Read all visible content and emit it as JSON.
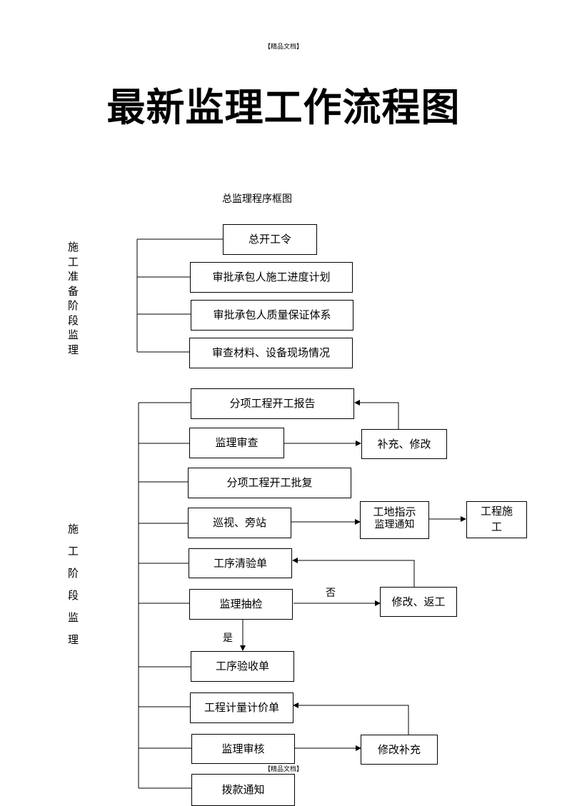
{
  "header_note": "【精品文档】",
  "footer_note": "【精品文档】",
  "title": "最新监理工作流程图",
  "subtitle": "总监理程序框图",
  "phases": {
    "prep_label": [
      "施",
      "工",
      "准",
      "备",
      "阶",
      "段",
      "监",
      "理"
    ],
    "construction_label": [
      "施",
      "工",
      "阶",
      "段",
      "监",
      "理"
    ]
  },
  "nodes": {
    "start_order": "总开工令",
    "approve_schedule": "审批承包人施工进度计划",
    "approve_quality": "审批承包人质量保证体系",
    "inspect_materials": "审查材料、设备现场情况",
    "sub_start_report": "分项工程开工报告",
    "supervision_review": "监理审查",
    "supplement_revise": "补充、修改",
    "sub_start_approval": "分项工程开工批复",
    "patrol_sidestation": "巡视、旁站",
    "site_instruction_1": "工地指示",
    "site_instruction_2": "监理通知",
    "construction_1": "工程施",
    "construction_2": "工",
    "process_checklist": "工序清验单",
    "spot_check": "监理抽检",
    "revise_rework": "修改、返工",
    "process_acceptance": "工序验收单",
    "measurement_pricing": "工程计量计价单",
    "supervision_audit": "监理审核",
    "revise_supplement": "修改补充",
    "payment_notice": "拨款通知"
  },
  "edge_labels": {
    "no": "否",
    "yes": "是"
  }
}
